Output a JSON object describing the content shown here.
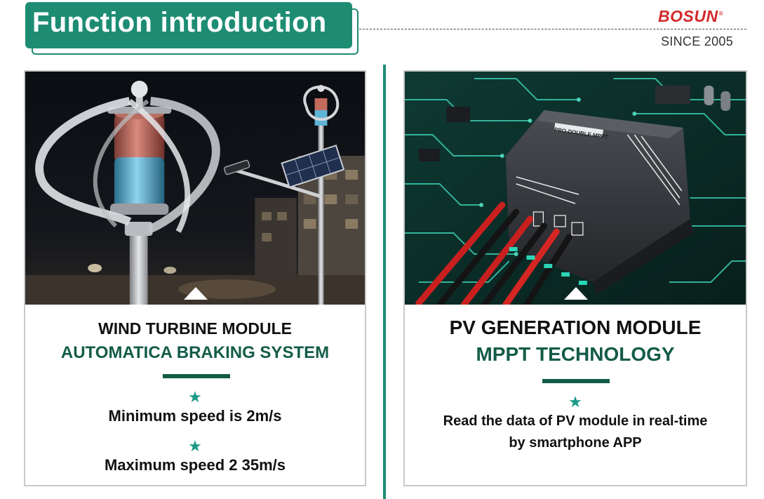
{
  "header": {
    "title": "Function introduction",
    "brand": "BOSUN",
    "trademark": "®",
    "since": "SINCE 2005"
  },
  "left_card": {
    "image": "vertical-wind-turbine-street-light",
    "title": "WIND TURBINE MODULE",
    "subtitle": "AUTOMATICA BRAKING SYSTEM",
    "star": "★",
    "features": [
      "Minimum speed is 2m/s",
      "Maximum speed 2 35m/s"
    ]
  },
  "right_card": {
    "image": "mppt-controller-on-circuit-board",
    "title": "PV GENERATION MODULE",
    "subtitle": "MPPT TECHNOLOGY",
    "star": "★",
    "features": [
      "Read the data of PV module in real-time",
      "by smartphone APP"
    ],
    "device_label": "PRO-DOUBLE MPPT"
  },
  "colors": {
    "accent": "#1d8c73",
    "dark_green": "#135c48",
    "star": "#1a9a86",
    "brand_red": "#d22a2a"
  }
}
